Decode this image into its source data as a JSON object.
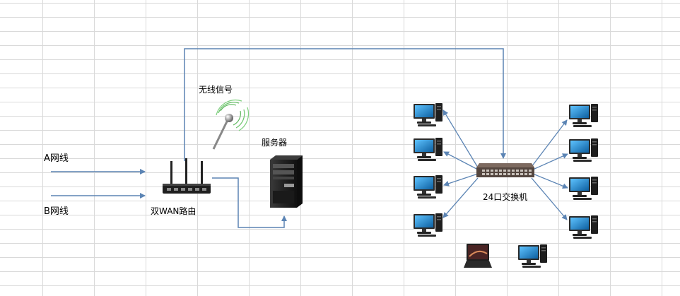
{
  "labels": {
    "line_a": "A网线",
    "line_b": "B网线",
    "router": "双WAN路由",
    "wireless": "无线信号",
    "server": "服务器",
    "switch": "24口交换机"
  },
  "colors": {
    "grid": "#d9d9d9",
    "connector": "#5b84b4",
    "screen": "#1a7fc4",
    "device_dark": "#1b1b1b"
  },
  "icons": {
    "router": "router-icon",
    "wireless": "wireless-signal-icon",
    "server": "server-tower-icon",
    "switch": "network-switch-icon",
    "computer": "desktop-computer-icon",
    "laptop": "laptop-icon"
  }
}
